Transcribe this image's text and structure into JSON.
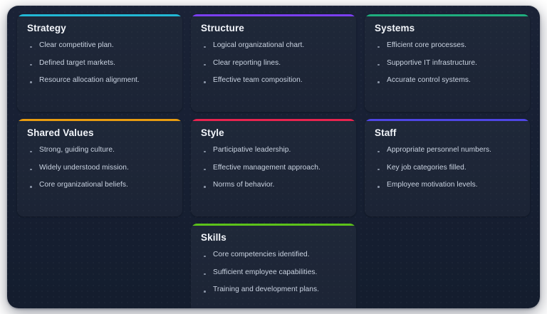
{
  "page": {
    "background_color": "#ffffff",
    "panel_color": "#172033",
    "card_color": "#1f2839",
    "title_color": "#f2f5fa",
    "text_color": "#cbd4e2",
    "bullet_color": "#8a94a6"
  },
  "cards": [
    {
      "id": "strategy",
      "title": "Strategy",
      "accent_color": "#22b8d4",
      "items": [
        "Clear competitive plan.",
        "Defined target markets.",
        "Resource allocation alignment."
      ]
    },
    {
      "id": "structure",
      "title": "Structure",
      "accent_color": "#7b3ff2",
      "items": [
        "Logical organizational chart.",
        "Clear reporting lines.",
        "Effective team composition."
      ]
    },
    {
      "id": "systems",
      "title": "Systems",
      "accent_color": "#1fae7e",
      "items": [
        "Efficient core processes.",
        "Supportive IT infrastructure.",
        "Accurate control systems."
      ]
    },
    {
      "id": "shared-values",
      "title": "Shared Values",
      "accent_color": "#e89c10",
      "items": [
        "Strong, guiding culture.",
        "Widely understood mission.",
        "Core organizational beliefs."
      ]
    },
    {
      "id": "style",
      "title": "Style",
      "accent_color": "#e8244f",
      "items": [
        "Participative leadership.",
        "Effective management approach.",
        "Norms of behavior."
      ]
    },
    {
      "id": "staff",
      "title": "Staff",
      "accent_color": "#4f46e5",
      "items": [
        "Appropriate personnel numbers.",
        "Key job categories filled.",
        "Employee motivation levels."
      ]
    },
    {
      "id": "skills",
      "title": "Skills",
      "accent_color": "#5cc21a",
      "items": [
        "Core competencies identified.",
        "Sufficient employee capabilities.",
        "Training and development plans."
      ]
    }
  ]
}
